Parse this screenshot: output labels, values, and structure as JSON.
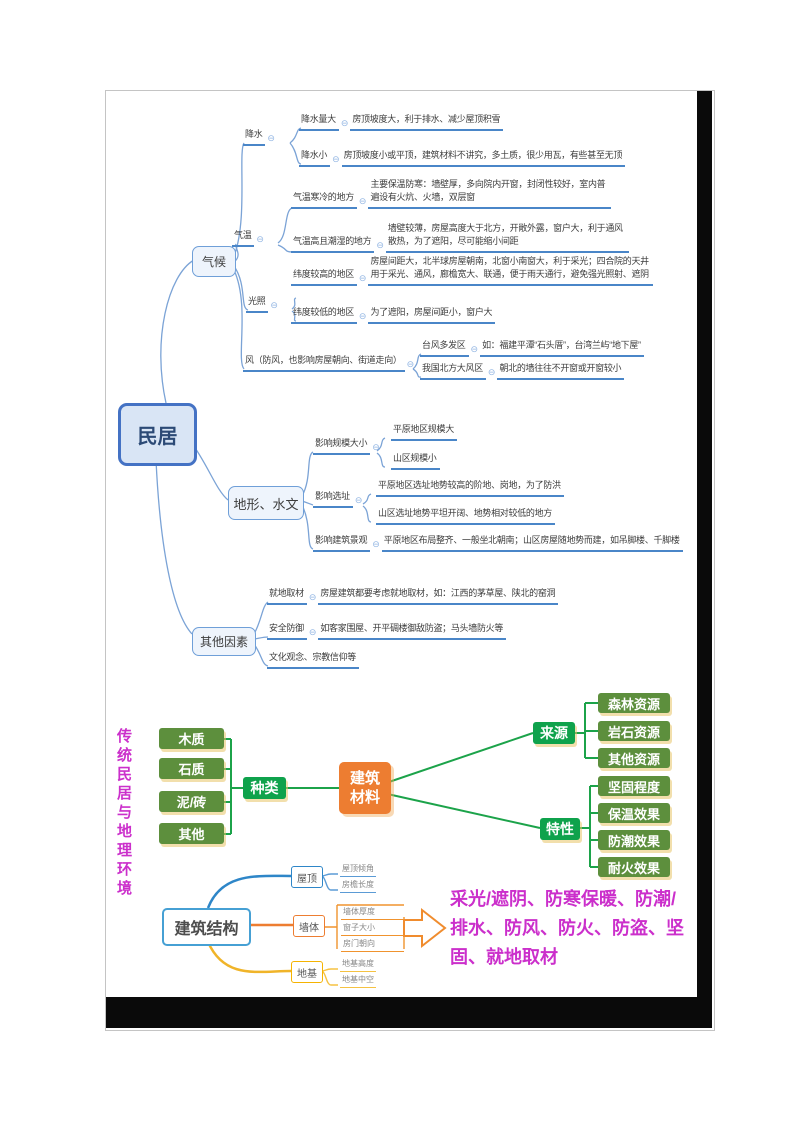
{
  "colors": {
    "top_line": "#7ba3d6",
    "top_underline": "#4a86c8",
    "root_border": "#4472c4",
    "green": "#1ca34a",
    "dark_green_box": "#5d8f3d",
    "orange": "#ed7d31",
    "yellow": "#f0b429",
    "blue_struct": "#2e86c8",
    "magenta": "#cb2fcb"
  },
  "icons": {
    "collapse": "⊖"
  },
  "top": {
    "root": "民居",
    "climate": {
      "label": "气候"
    },
    "precip": {
      "label": "降水",
      "big": {
        "label": "降水量大",
        "desc": "房顶坡度大，利于排水、减少屋顶积雪"
      },
      "small": {
        "label": "降水小",
        "desc": "房顶坡度小或平顶，建筑材料不讲究，多土质，很少用瓦，有些甚至无顶"
      }
    },
    "temp": {
      "label": "气温",
      "cold": {
        "label": "气温寒冷的地方",
        "desc": "主要保温防寒：墙壁厚，多向院内开窗，封闭性较好，室内普遍设有火炕、火墙，双层窗"
      },
      "hot": {
        "label": "气温高且潮湿的地方",
        "desc": "墙壁较薄，房屋高度大于北方，开敞外露，窗户大，利于通风散热，为了遮阳，尽可能缩小间距"
      }
    },
    "light": {
      "label": "光照",
      "high": {
        "label": "纬度较高的地区",
        "desc": "房屋间距大，北半球房屋朝南，北窗小南窗大，利于采光；四合院的天井用于采光、通风，廊檐宽大、联通，便于雨天通行，避免强光照射、遮阴"
      },
      "low": {
        "label": "纬度较低的地区",
        "desc": "为了遮阳，房屋间距小，窗户大"
      }
    },
    "wind": {
      "label": "风（防风，也影响房屋朝向、街道走向）",
      "typhoon": {
        "label": "台风多发区",
        "desc": "如：福建平潭“石头厝”，台湾兰屿“地下屋”"
      },
      "north": {
        "label": "我国北方大风区",
        "desc": "朝北的墙往往不开窗或开窗较小"
      }
    },
    "terrain": {
      "label": "地形、水文",
      "scale": {
        "label": "影响规模大小",
        "plain": "平原地区规模大",
        "mountain": "山区规模小"
      },
      "site": {
        "label": "影响选址",
        "plain": "平原地区选址地势较高的阶地、岗地，为了防洪",
        "mountain": "山区选址地势平坦开阔、地势相对较低的地方"
      },
      "landscape": {
        "label": "影响建筑景观",
        "desc": "平原地区布局整齐、一般坐北朝南；山区房屋随地势而建，如吊脚楼、千脚楼"
      }
    },
    "other": {
      "label": "其他因素",
      "local": {
        "label": "就地取材",
        "desc": "房屋建筑都要考虑就地取材，如：江西的茅草屋、陕北的窑洞"
      },
      "defense": {
        "label": "安全防御",
        "desc": "如客家围屋、开平碉楼御敌防盗；马头墙防火等"
      },
      "culture": {
        "label": "文化观念、宗教信仰等"
      }
    }
  },
  "bottom": {
    "side_title": "传统民居与地理环境",
    "material": {
      "label": "建筑材料"
    },
    "kinds": {
      "label": "种类",
      "items": [
        "木质",
        "石质",
        "泥/砖",
        "其他"
      ]
    },
    "source": {
      "label": "来源",
      "items": [
        "森林资源",
        "岩石资源",
        "其他资源"
      ]
    },
    "props": {
      "label": "特性",
      "items": [
        "坚固程度",
        "保温效果",
        "防潮效果",
        "耐火效果"
      ]
    },
    "structure": {
      "label": "建筑结构",
      "roof": {
        "label": "屋顶",
        "items": [
          "屋顶倾角",
          "房檐长度"
        ]
      },
      "wall": {
        "label": "墙体",
        "items": [
          "墙体厚度",
          "窗子大小",
          "房门朝向"
        ]
      },
      "base": {
        "label": "地基",
        "items": [
          "地基高度",
          "地基中空"
        ]
      }
    },
    "summary_lines": [
      "采光/遮阴、防寒保暖、防潮/",
      "排水、防风、防火、防盗、坚",
      "固、就地取材"
    ]
  }
}
